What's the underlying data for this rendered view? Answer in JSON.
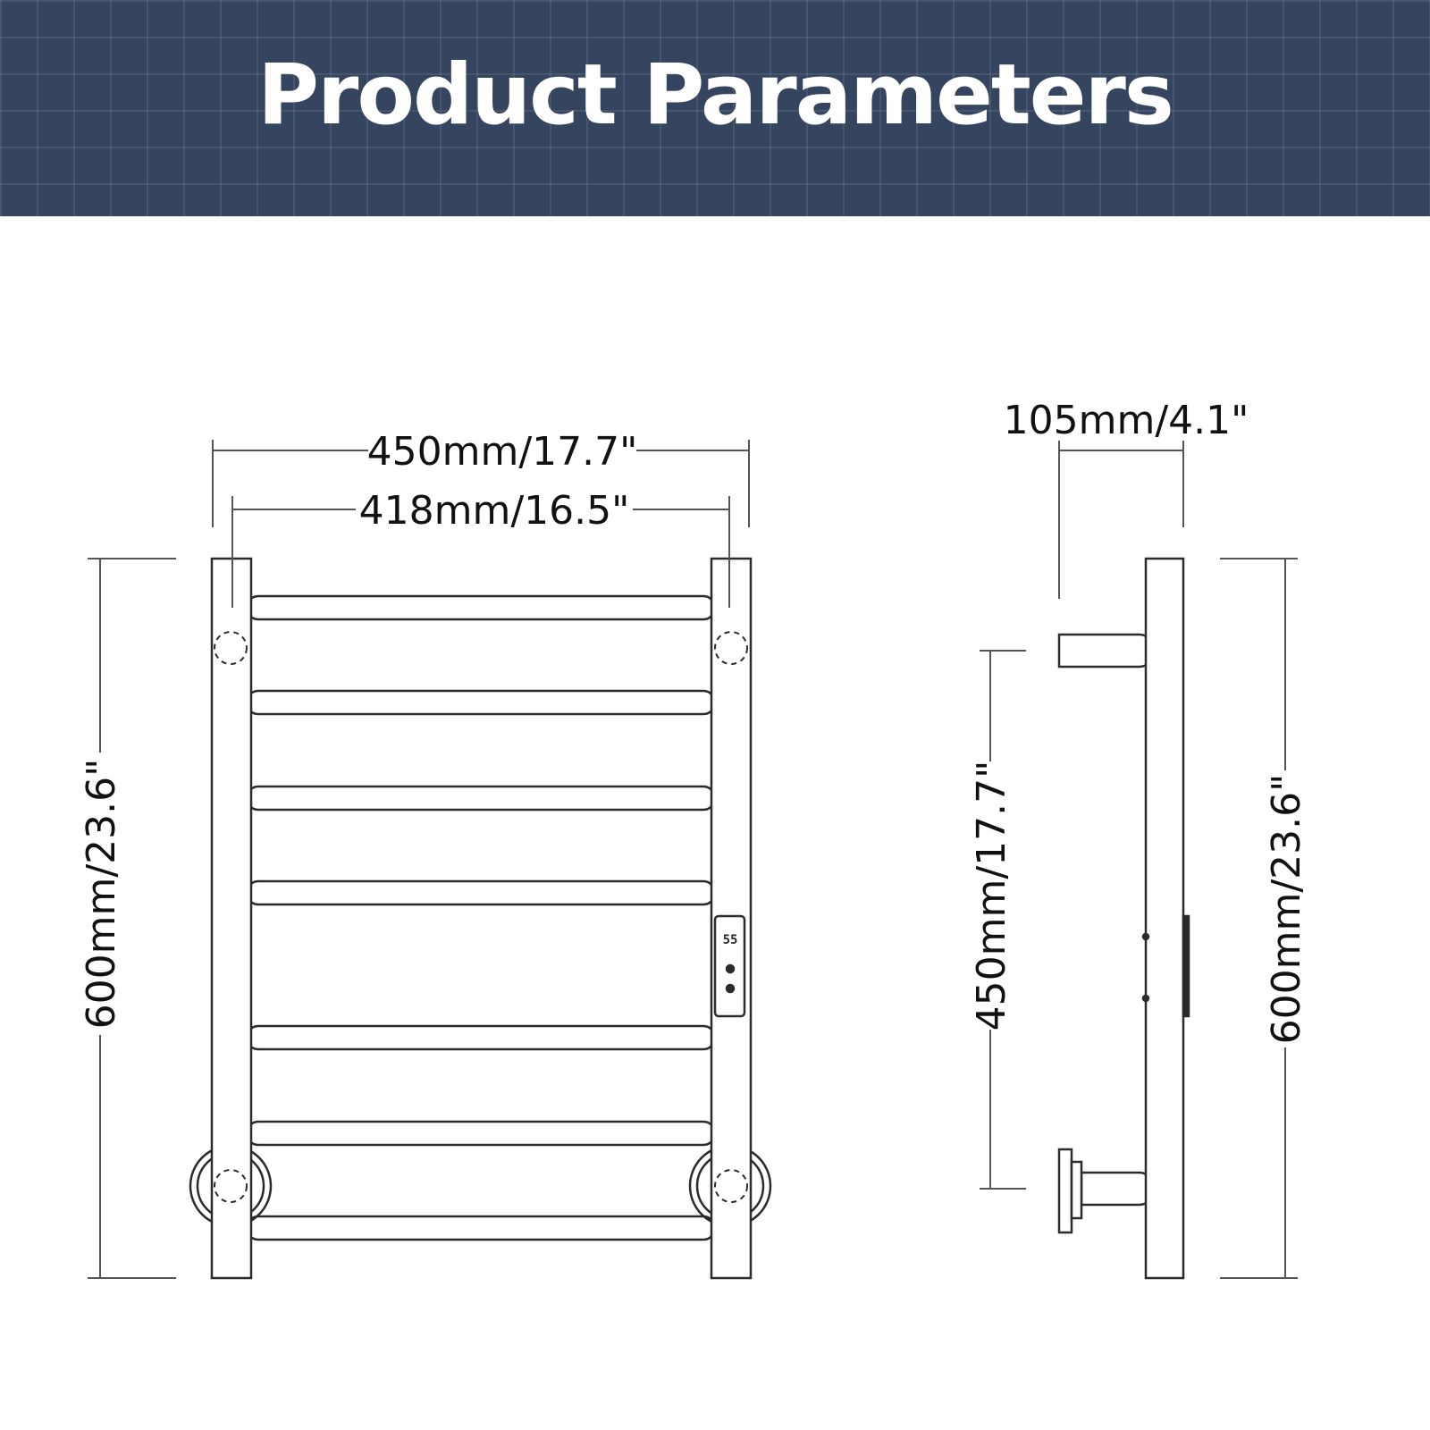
{
  "header": {
    "title": "Product Parameters",
    "background_color": "#35445f"
  },
  "dimensions": {
    "overall_width": "450mm/17.7\"",
    "inner_width": "418mm/16.5\"",
    "front_height": "600mm/23.6\"",
    "depth": "105mm/4.1\"",
    "mount_spacing": "450mm/17.7\"",
    "side_height": "600mm/23.6\""
  },
  "control_panel": {
    "display": "55"
  },
  "colors": {
    "line": "#2b2b2b",
    "dimension_line": "#555555"
  }
}
